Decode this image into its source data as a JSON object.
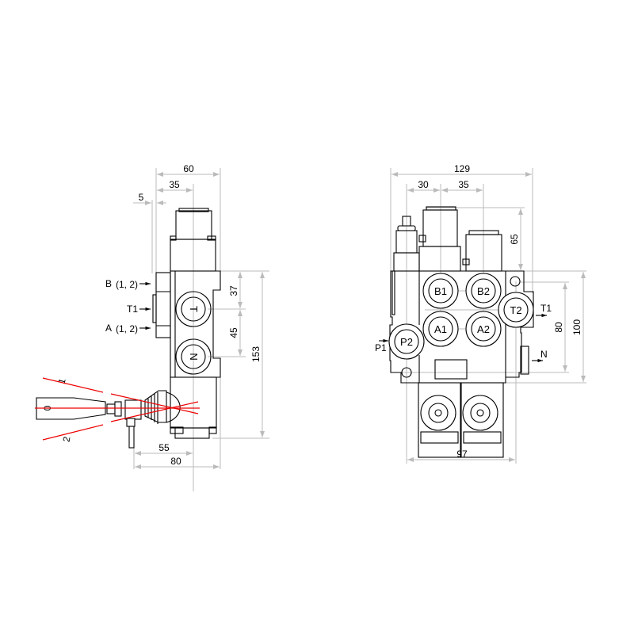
{
  "side_view": {
    "dims": {
      "width_60": "60",
      "width_35": "35",
      "offset_5": "5",
      "height_37": "37",
      "height_45": "45",
      "height_153": "153",
      "lever_55": "55",
      "lever_80": "80"
    },
    "port_labels": {
      "b": "B",
      "b_sub": "(1, 2)",
      "t1": "T1",
      "a": "A",
      "a_sub": "(1, 2)"
    },
    "circle_labels": {
      "t": "T",
      "n": "N"
    },
    "lever_positions": {
      "neutral": "0",
      "pos1": "1",
      "pos2": "2"
    }
  },
  "front_view": {
    "dims": {
      "width_129": "129",
      "width_30": "30",
      "width_35": "35",
      "height_65": "65",
      "height_80": "80",
      "height_100": "100",
      "width_97": "97"
    },
    "ports": {
      "b1": "B1",
      "b2": "B2",
      "a1": "A1",
      "a2": "A2",
      "p2": "P2",
      "t2": "T2"
    },
    "arrow_labels": {
      "p1": "P1",
      "t1": "T1",
      "n": "N"
    }
  }
}
